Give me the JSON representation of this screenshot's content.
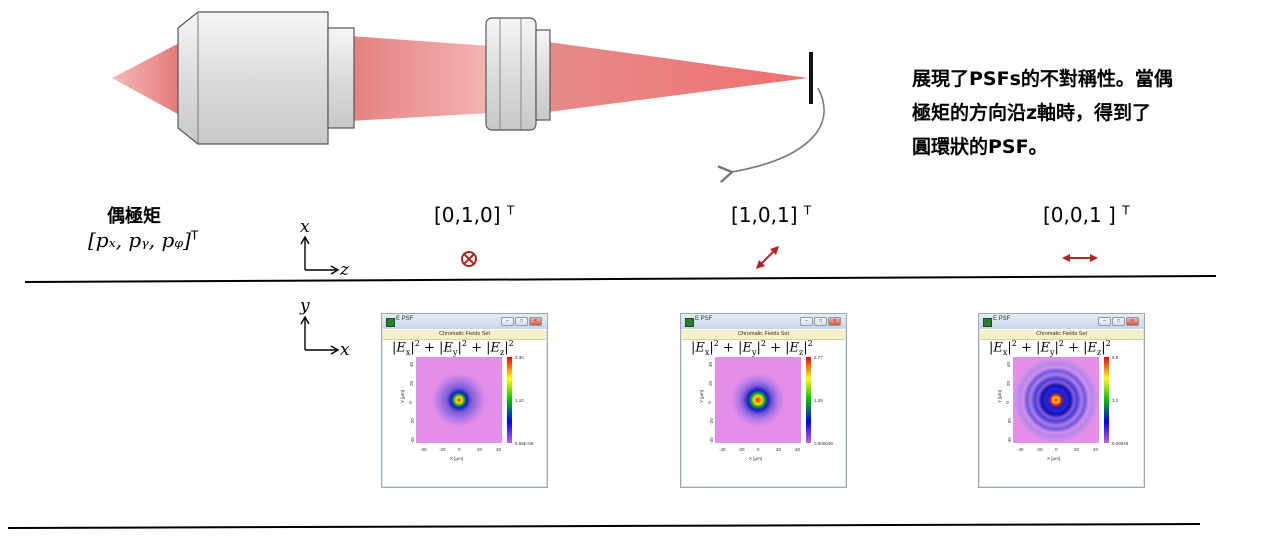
{
  "description": {
    "lines": [
      "展現了PSFs的不對稱性。當偶",
      "極矩的方向沿z軸時，得到了",
      "圓環狀的PSF。"
    ]
  },
  "dipole": {
    "title": "偶極矩",
    "vector_label": "[pₓ, pᵧ, pᵩ]",
    "vector_sup": "T"
  },
  "upper_axes": {
    "vertical": "x",
    "horizontal": "z"
  },
  "lower_axes": {
    "vertical": "y",
    "horizontal": "x"
  },
  "columns": [
    {
      "label": "[0,1,0]",
      "sup": "T",
      "symbol": "cross-circle-icon"
    },
    {
      "label": "[1,0,1]",
      "sup": "T",
      "symbol": "diagonal-double-arrow-icon"
    },
    {
      "label": "[0,0,1 ]",
      "sup": "T",
      "symbol": "horizontal-double-arrow-icon"
    }
  ],
  "psf_windows": [
    {
      "title": "E PSF",
      "header": "Chromatic Fields Set",
      "formula": "|Ex|2+|Ey|2+|Ez|2",
      "colorbar_max": "2.30",
      "colorbar_mid": "1.10",
      "colorbar_min": "6.55E-09",
      "x_label": "X [μm]",
      "y_label": "Y [μm]",
      "ticks": [
        "-40",
        "-20",
        "0",
        "20",
        "40"
      ],
      "pattern": "spot"
    },
    {
      "title": "E PSF",
      "header": "Chromatic Fields Set",
      "formula": "|Ex|2+|Ey|2+|Ez|2",
      "colorbar_max": "2.77",
      "colorbar_mid": "1.29",
      "colorbar_min": "0.000049",
      "x_label": "X [μm]",
      "y_label": "Y [μm]",
      "ticks": [
        "-40",
        "-20",
        "0",
        "20",
        "40"
      ],
      "pattern": "spot"
    },
    {
      "title": "E PSF",
      "header": "Chromatic Fields Set",
      "formula": "|Ex|2+|Ey|2+|Ez|2",
      "colorbar_max": "6.6",
      "colorbar_mid": "3.3",
      "colorbar_min": "0.00049",
      "x_label": "X [μm]",
      "y_label": "Y [μm]",
      "ticks": [
        "-40",
        "-20",
        "0",
        "20",
        "40"
      ],
      "pattern": "rings"
    }
  ],
  "colors": {
    "beam": "#e57b7b",
    "arrow": "#b22222",
    "lens_body": "#e8e8e8",
    "background_psf": "#e98be6"
  }
}
